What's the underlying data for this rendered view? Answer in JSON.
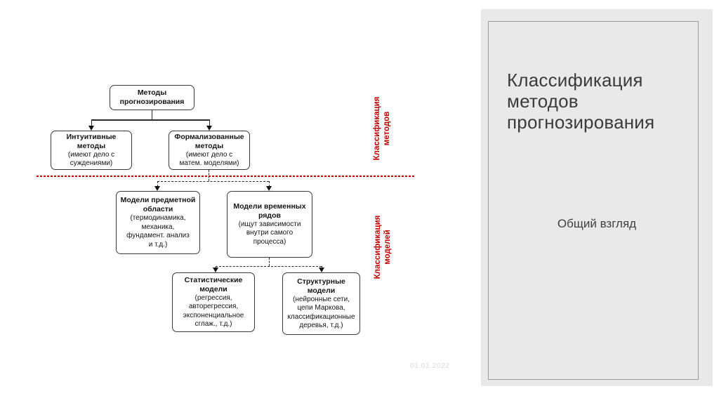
{
  "diagram": {
    "boxes": {
      "root": {
        "title_lines": [
          "Методы",
          "прогнозирования"
        ]
      },
      "intuitive": {
        "title_lines": [
          "Интуитивные",
          "методы"
        ],
        "sub_lines": [
          "(имеют дело с",
          "суждениями)"
        ]
      },
      "formalized": {
        "title_lines": [
          "Формализованные",
          "методы"
        ],
        "sub_lines": [
          "(имеют дело с",
          "матем. моделями)"
        ]
      },
      "domain": {
        "title_lines": [
          "Модели предметной",
          "области"
        ],
        "sub_lines": [
          "(термодинамика,",
          "механика,",
          "фундамент. анализ",
          "и т.д.)"
        ]
      },
      "timeseries": {
        "title_lines": [
          "Модели временных",
          "рядов"
        ],
        "sub_lines": [
          "(ищут зависимости",
          "внутри самого",
          "процесса)"
        ]
      },
      "statistical": {
        "title_lines": [
          "Статистические",
          "модели"
        ],
        "sub_lines": [
          "(регрессия,",
          "авторегрессия,",
          "экспоненциальное",
          "сглаж., т.д.)"
        ]
      },
      "structural": {
        "title_lines": [
          "Структурные",
          "модели"
        ],
        "sub_lines": [
          "(нейронные сети,",
          "цепи Маркова,",
          "классификационные",
          "деревья, т.д.)"
        ]
      }
    },
    "section_labels": {
      "methods": {
        "line1": "Классификация",
        "line2": "методов"
      },
      "models": {
        "line1": "Классификация",
        "line2": "моделей"
      }
    },
    "accent_red": "#C00000"
  },
  "side_panel": {
    "title": "Классификация методов прогнозирования",
    "subtitle": "Общий взгляд"
  },
  "footer": {
    "date": "01.01.2022"
  }
}
